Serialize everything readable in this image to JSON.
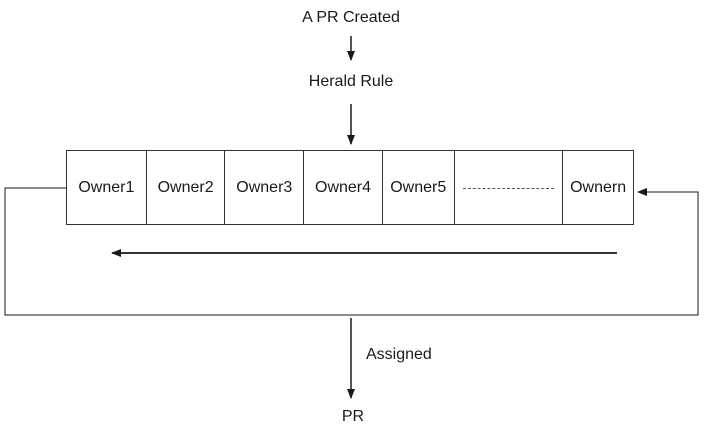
{
  "diagram": {
    "top_label": "A PR Created",
    "rule_label": "Herald Rule",
    "owners": [
      "Owner1",
      "Owner2",
      "Owner3",
      "Owner4",
      "Owner5",
      "",
      "Ownern"
    ],
    "assigned_label": "Assigned",
    "result_label": "PR"
  },
  "colors": {
    "line": "#1a1a1a",
    "background": "#ffffff"
  }
}
